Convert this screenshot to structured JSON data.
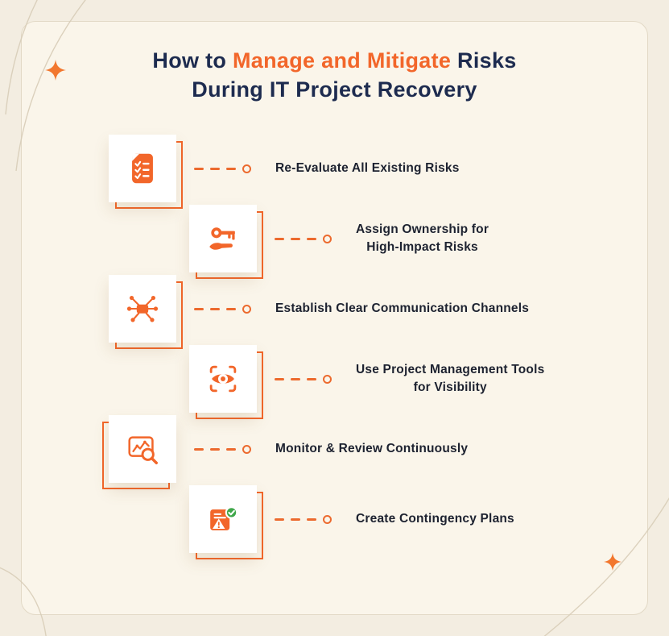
{
  "title": {
    "part1": "How to ",
    "highlight": "Manage and Mitigate",
    "part2": " Risks",
    "line2": "During IT Project Recovery"
  },
  "colors": {
    "accent": "#F2662A",
    "navy": "#1D2B4F",
    "background": "#F3EDE1",
    "card": "#FAF5EA",
    "success_green": "#3FA74A"
  },
  "items": [
    {
      "icon": "checklist-document-icon",
      "label": "Re-Evaluate All Existing Risks"
    },
    {
      "icon": "key-ownership-icon",
      "label": "Assign Ownership for\nHigh-Impact Risks"
    },
    {
      "icon": "network-nodes-icon",
      "label": "Establish Clear Communication Channels"
    },
    {
      "icon": "eye-focus-icon",
      "label": "Use Project Management Tools\nfor Visibility"
    },
    {
      "icon": "chart-magnifier-icon",
      "label": "Monitor & Review Continuously"
    },
    {
      "icon": "contingency-plan-icon",
      "label": "Create Contingency Plans"
    }
  ]
}
